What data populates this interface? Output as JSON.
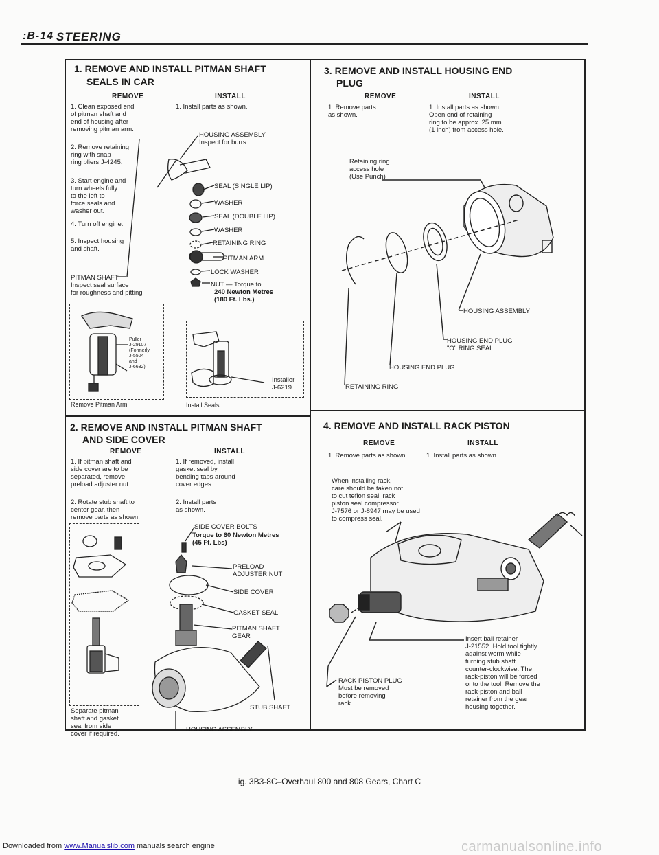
{
  "header": {
    "page": ":B-14",
    "title": "STEERING"
  },
  "sec1": {
    "title1": "1. REMOVE AND INSTALL PITMAN SHAFT",
    "title2": "SEALS IN CAR",
    "remove_h": "REMOVE",
    "install_h": "INSTALL",
    "remove_steps": [
      "1. Clean exposed end\n    of pitman shaft and\n    end of housing after\n    removing pitman arm.",
      "2. Remove retaining\n    ring with snap\n    ring pliers J-4245.",
      "3. Start engine and\n    turn wheels fully\n    to the left to\n    force seals and\n    washer out.",
      "4. Turn off engine.",
      "5. Inspect housing\n    and shaft."
    ],
    "install_step": "1. Install parts as shown.",
    "labels": {
      "housing": "HOUSING ASSEMBLY\nInspect for burrs",
      "seal_single": "SEAL (SINGLE LIP)",
      "washer1": "WASHER",
      "seal_double": "SEAL (DOUBLE LIP)",
      "washer2": "WASHER",
      "ring": "RETAINING RING",
      "arm": "PITMAN ARM",
      "lock": "LOCK WASHER",
      "nut": "NUT — Torque to",
      "nut2": "240 Newton Metres\n(180 Ft. Lbs.)",
      "shaft": "PITMAN SHAFT",
      "shaft2": "Inspect seal surface\nfor roughness and pitting",
      "puller": "Puller\nJ-29107\n(Formerly\nJ-5504\nand\nJ-6632)",
      "installer": "Installer\nJ-6219",
      "cap_remove": "Remove Pitman Arm",
      "cap_install": "Install Seals"
    }
  },
  "sec2": {
    "title1": "2. REMOVE AND INSTALL PITMAN SHAFT",
    "title2": "AND SIDE COVER",
    "remove_h": "REMOVE",
    "install_h": "INSTALL",
    "remove_steps": [
      "1. If pitman shaft and\n    side cover are to be\n    separated, remove\n    preload adjuster nut.",
      "2. Rotate stub shaft to\n    center gear, then\n    remove parts as shown."
    ],
    "install_steps": [
      "1. If removed, install\n    gasket seal by\n    bending tabs around\n    cover edges.",
      "2. Install parts\n    as shown."
    ],
    "labels": {
      "bolts": "SIDE COVER BOLTS",
      "bolts2": "Torque to 60 Newton Metres\n(45 Ft. Lbs)",
      "preload": "PRELOAD\nADJUSTER NUT",
      "cover": "SIDE COVER",
      "gasket": "GASKET SEAL",
      "gear": "PITMAN SHAFT\nGEAR",
      "stub": "STUB SHAFT",
      "housing": "HOUSING ASSEMBLY",
      "separate": "Separate pitman\nshaft and gasket\nseal from side\ncover if required."
    }
  },
  "sec3": {
    "title1": "3. REMOVE AND INSTALL HOUSING END",
    "title2": "PLUG",
    "remove_h": "REMOVE",
    "install_h": "INSTALL",
    "remove_step": "1. Remove parts\n    as shown.",
    "install_step": "1. Install parts as shown.\n    Open end of retaining\n    ring to be approx. 25 mm\n    (1 inch) from access hole.",
    "labels": {
      "access": "Retaining ring\naccess hole\n(Use Punch)",
      "housing": "HOUSING ASSEMBLY",
      "oring": "HOUSING END PLUG\n\"O\" RING SEAL",
      "plug": "HOUSING END PLUG",
      "ring": "RETAINING RING"
    }
  },
  "sec4": {
    "title": "4. REMOVE AND INSTALL RACK PISTON",
    "remove_h": "REMOVE",
    "install_h": "INSTALL",
    "remove_step": "1. Remove parts as shown.",
    "install_step": "1. Install parts as shown.",
    "labels": {
      "note": "When installing rack,\ncare should be taken not\nto cut teflon seal, rack\npiston seal compressor\nJ-7576 or J-8947 may be used\nto compress seal.",
      "insert": "Insert ball retainer\nJ-21552. Hold tool tightly\nagainst worm while\nturning stub shaft\ncounter-clockwise. The\nrack-piston will be forced\nonto the tool. Remove the\nrack-piston and ball\nretainer from the gear\nhousing together.",
      "plug": "RACK PISTON PLUG\nMust be removed\nbefore removing\nrack."
    }
  },
  "figure_caption": "ig. 3B3-8C–Overhaul 800 and 808 Gears, Chart C",
  "footer": {
    "prefix": "Downloaded from ",
    "link": "www.Manualslib.com",
    "suffix": " manuals search engine"
  },
  "watermark": "carmanualsonline.info"
}
